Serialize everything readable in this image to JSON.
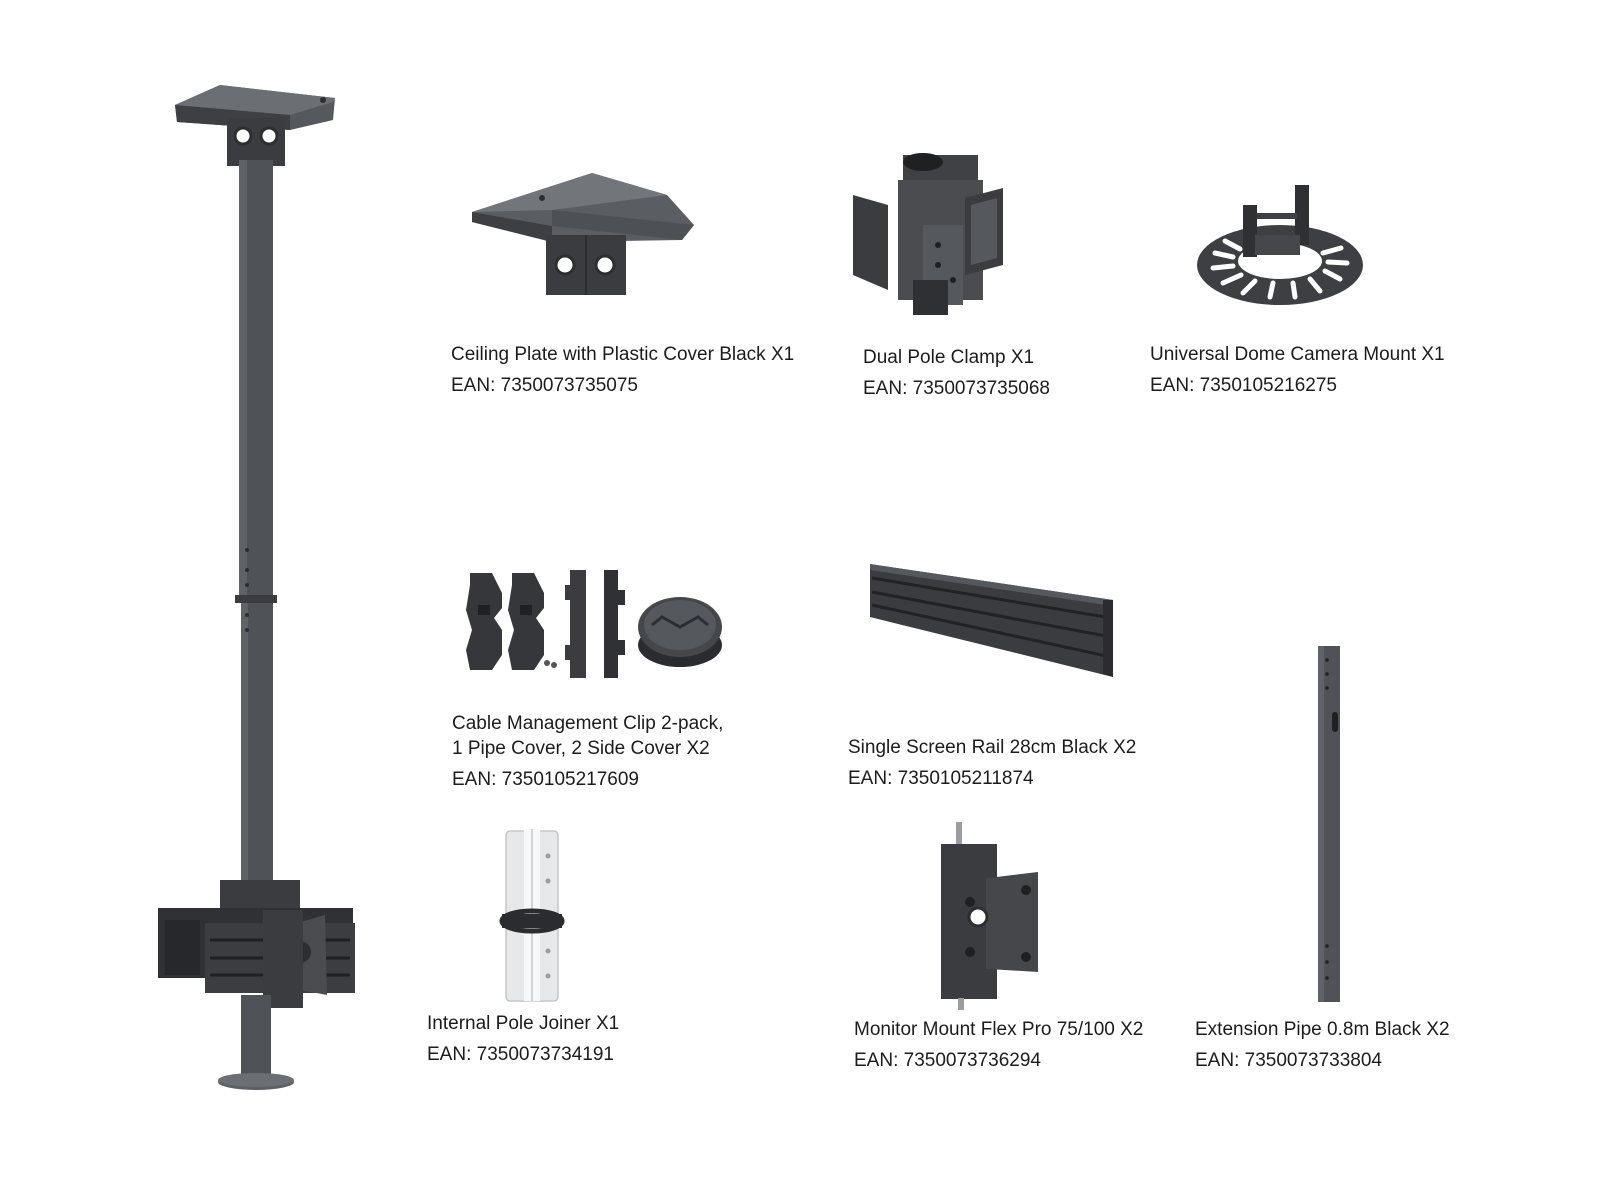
{
  "colors": {
    "metal": "#4a4c50",
    "metal_dark": "#2c2e31",
    "metal_light": "#6b6e73",
    "joiner_white": "#e6e8ea",
    "text": "#1c1c1c"
  },
  "main_image": {
    "icon": "ceiling-pole-dual-monitor-mount-icon"
  },
  "products": [
    {
      "id": "ceiling-plate",
      "icon": "ceiling-plate-icon",
      "name": "Ceiling Plate with Plastic Cover Black X1",
      "ean": "EAN: 7350073735075"
    },
    {
      "id": "dual-pole-clamp",
      "icon": "dual-pole-clamp-icon",
      "name": "Dual Pole Clamp X1",
      "ean": "EAN: 7350073735068"
    },
    {
      "id": "dome-camera-mount",
      "icon": "dome-camera-mount-icon",
      "name": "Universal Dome Camera Mount X1",
      "ean": "EAN: 7350105216275"
    },
    {
      "id": "cable-clip",
      "icon": "cable-management-clip-icon",
      "name": "Cable Management Clip 2-pack,",
      "name_line2": "1 Pipe Cover, 2 Side Cover X2",
      "ean": "EAN: 7350105217609"
    },
    {
      "id": "screen-rail",
      "icon": "screen-rail-icon",
      "name": "Single Screen Rail 28cm Black X2",
      "ean": "EAN: 7350105211874"
    },
    {
      "id": "pole-joiner",
      "icon": "pole-joiner-icon",
      "name": "Internal Pole Joiner X1",
      "ean": "EAN: 7350073734191"
    },
    {
      "id": "monitor-mount",
      "icon": "monitor-mount-icon",
      "name": "Monitor Mount Flex Pro 75/100 X2",
      "ean": "EAN: 7350073736294"
    },
    {
      "id": "extension-pipe",
      "icon": "extension-pipe-icon",
      "name": "Extension Pipe 0.8m Black X2",
      "ean": "EAN: 7350073733804"
    }
  ]
}
